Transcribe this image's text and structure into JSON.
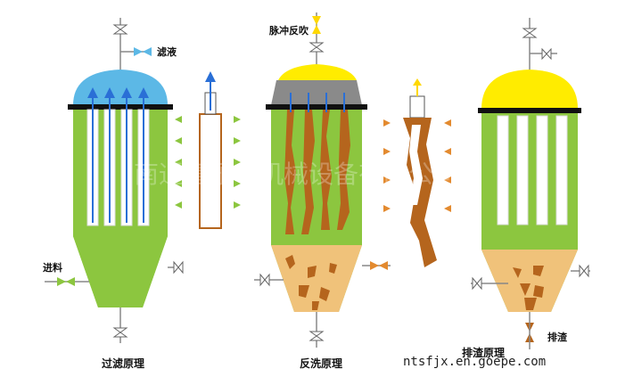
{
  "labels": {
    "filtrate": "滤液",
    "pulse_backblow": "脉冲反吹",
    "feed": "进料",
    "discharge": "排渣",
    "caption_filtration": "过滤原理",
    "caption_backwash": "反洗原理",
    "caption_discharge": "排渣原理",
    "watermark": "南通富乐华机械设备有限公司",
    "website": "ntsfjx.en.goepe.com"
  },
  "colors": {
    "body_green": "#8cc63f",
    "cone_tan": "#f0c27a",
    "dome_blue": "#5cb8e6",
    "dome_gray": "#8a8a8a",
    "dome_yellow": "#ffec00",
    "cake_brown": "#b5651d",
    "arrow_blue": "#2a6fd6",
    "arrow_orange": "#e38a2f",
    "arrow_green": "#8cc63f",
    "arrow_yellow": "#ffd800"
  }
}
